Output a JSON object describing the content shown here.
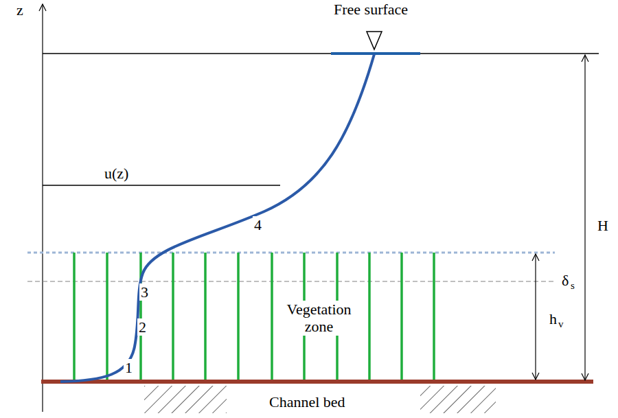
{
  "diagram": {
    "labels": [
      "z",
      "Free surface",
      "u(z)",
      "4",
      "H",
      "δ",
      "s",
      "3",
      "2",
      "Vegetation zone",
      "h",
      "v",
      "1",
      "Channel bed"
    ]
  }
}
